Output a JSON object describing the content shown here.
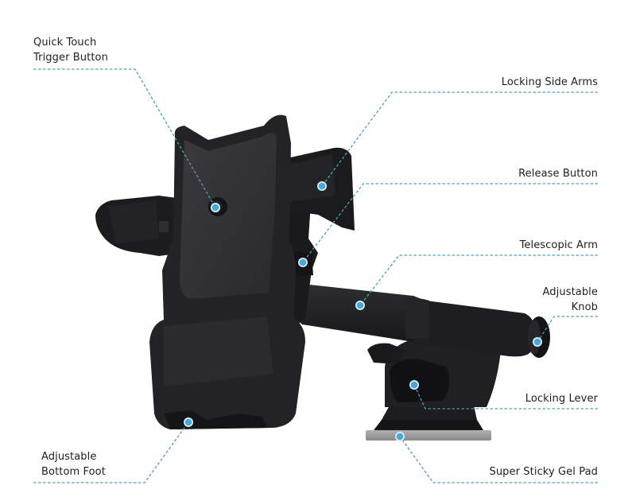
{
  "diagram": {
    "subject": "Car phone mount with telescopic arm",
    "colors": {
      "background": "#ffffff",
      "callout_line": "#4a9fb5",
      "callout_dot": "#4aa8d6",
      "dot_ring": "#d8eef7",
      "product_dark": "#1c1c1e",
      "product_mid": "#2c2c2f",
      "product_face": "#333336",
      "gel_pad": "#9a9a9a",
      "label_text": "#1e1e1e"
    },
    "callouts": [
      {
        "id": "quick-touch-trigger-button",
        "lines": [
          "Quick Touch",
          "Trigger Button"
        ],
        "side": "left",
        "dot": [
          271,
          261
        ]
      },
      {
        "id": "locking-side-arms",
        "lines": [
          "Locking Side Arms"
        ],
        "side": "right",
        "dot": [
          405,
          234
        ]
      },
      {
        "id": "release-button",
        "lines": [
          "Release Button"
        ],
        "side": "right",
        "dot": [
          381,
          330
        ]
      },
      {
        "id": "telescopic-arm",
        "lines": [
          "Telescopic Arm"
        ],
        "side": "right",
        "dot": [
          453,
          384
        ]
      },
      {
        "id": "adjustable-knob",
        "lines": [
          "Adjustable",
          "Knob"
        ],
        "side": "right",
        "dot": [
          676,
          430
        ]
      },
      {
        "id": "locking-lever",
        "lines": [
          "Locking Lever"
        ],
        "side": "right",
        "dot": [
          521,
          484
        ]
      },
      {
        "id": "super-sticky-gel-pad",
        "lines": [
          "Super Sticky Gel Pad"
        ],
        "side": "right",
        "dot": [
          503,
          549
        ]
      },
      {
        "id": "adjustable-bottom-foot",
        "lines": [
          "Adjustable",
          "Bottom Foot"
        ],
        "side": "left",
        "dot": [
          237,
          531
        ]
      }
    ]
  }
}
